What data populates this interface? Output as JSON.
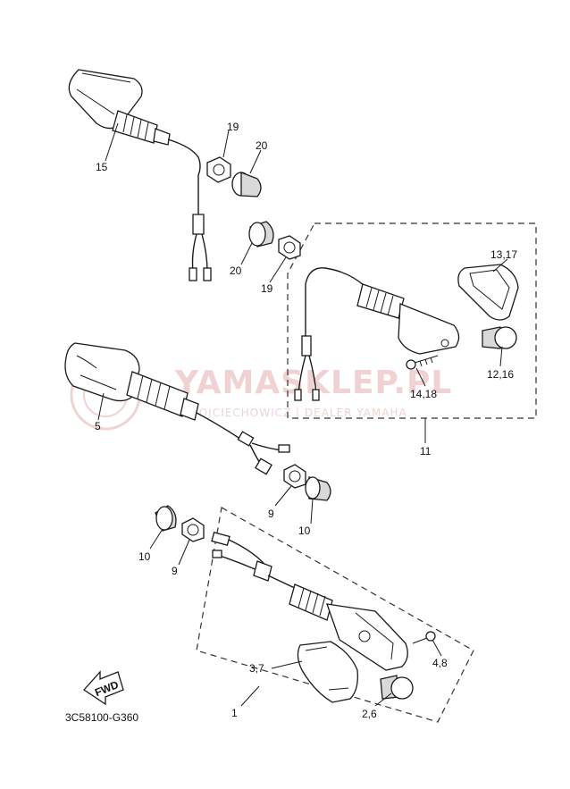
{
  "watermark": {
    "brand": "YAMASKLEP.PL",
    "tagline": "WOJCIECHOWICZ | DEALER YAMAHA"
  },
  "diagram_code": "3C58100-G360",
  "fwd_label": "FWD",
  "callouts": {
    "c15": "15",
    "c19a": "19",
    "c20a": "20",
    "c20b": "20",
    "c19b": "19",
    "c13_17": "13,17",
    "c12_16": "12,16",
    "c14_18": "14,18",
    "c11": "11",
    "c5": "5",
    "c9a": "9",
    "c10a": "10",
    "c10b": "10",
    "c9b": "9",
    "c4_8": "4,8",
    "c3_7": "3,7",
    "c2_6": "2,6",
    "c1": "1"
  },
  "colors": {
    "watermark": "#f0d2d2",
    "ink": "#1a1a1a"
  }
}
